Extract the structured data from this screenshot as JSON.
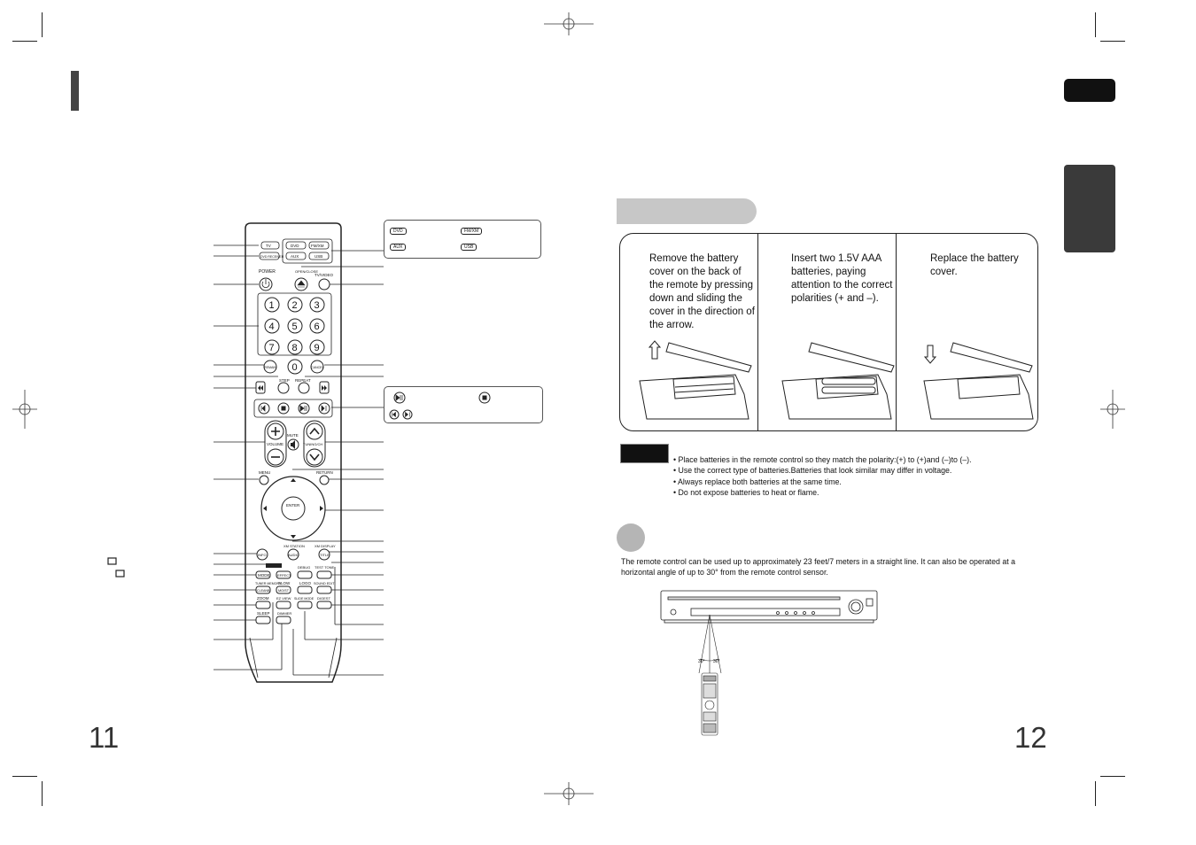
{
  "page_numbers": {
    "left": "11",
    "right": "12"
  },
  "remote": {
    "source_buttons": [
      "TV",
      "DVD RECEIVER",
      "DVD",
      "FM/XM",
      "AUX",
      "USB"
    ],
    "power_label": "POWER",
    "open_close_label": "OPEN/CLOSE",
    "tv_video_label": "TV/VIDEO",
    "number_keys": [
      "1",
      "2",
      "3",
      "4",
      "5",
      "6",
      "7",
      "8",
      "9",
      "0"
    ],
    "remain_label": "REMAIN",
    "cancel_label": "CANCEL",
    "step_label": "STEP",
    "repeat_label": "REPEAT",
    "volume_label": "VOLUME",
    "mute_label": "MUTE",
    "tuning_ch_label": "TUNING/CH",
    "menu_label": "MENU",
    "return_label": "RETURN",
    "enter_label": "ENTER",
    "info_label": "INFO",
    "audio_label": "AUDIO",
    "xm_station_label": "XM STATION",
    "xm_display_label": "XM DISPLAY",
    "title_label": "TITLE",
    "mode_label": "MODE",
    "effect_label": "EFFECT",
    "debug_label": "DEBUG",
    "test_tone_label": "TEST TONE",
    "tuner_memory_label": "TUNER MEMORY",
    "ld_label": "LD",
    "slow_label": "SLOW",
    "logo_label": "LOGO",
    "sound_edit_label": "SOUND EDIT",
    "cleanb_label": "CLEANB",
    "mo_st_label": "MO/ST",
    "digest_label": "DIGEST",
    "zoom_label": "ZOOM",
    "ez_view_label": "EZ VIEW",
    "slide_mode_label": "SLIDE MODE",
    "sleep_label": "SLEEP",
    "dimmer_label": "DIMMER"
  },
  "source_legend": {
    "dvd": "DVD",
    "fmxm": "FM/XM",
    "aux": "AUX",
    "usb": "USB"
  },
  "steps": [
    {
      "text": "Remove the battery cover on the back of the remote by pressing down and sliding the cover in the direction of the arrow."
    },
    {
      "text": "Insert two 1.5V AAA batteries, paying attention to the correct polarities (+ and –)."
    },
    {
      "text": "Replace the battery cover."
    }
  ],
  "notes": [
    "Place batteries in the remote control so they match the polarity:(+) to (+)and (–)to (–).",
    "Use the correct type of batteries.Batteries that look similar may differ in voltage.",
    "Always replace both batteries at the same time.",
    "Do not expose batteries to heat or flame."
  ],
  "range_text": "The remote control can be used up to approximately 23 feet/7 meters in a straight line. It can also be operated at a horizontal angle of up to 30° from the remote control sensor.",
  "angle_left": "30°",
  "angle_right": "30°"
}
